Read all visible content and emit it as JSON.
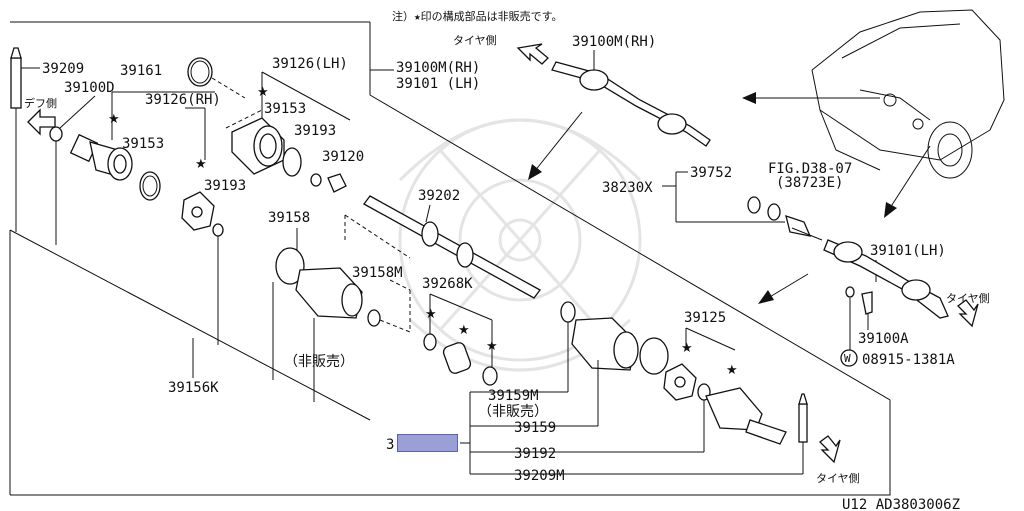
{
  "note": "注）★印の構成部品は非販売です。",
  "tire_side": "タイヤ側",
  "diff_side": "デフ側",
  "not_sold": "（非販売）",
  "fig_ref": "FIG.D38-07",
  "fig_ref_part": "(38723E)",
  "footer_code": "U12  AD3803006Z",
  "highlight_prefix": "3",
  "star": "★",
  "parts": {
    "p39209": "39209",
    "p39100D": "39100D",
    "p39161": "39161",
    "p39126LH": "39126(LH)",
    "p39126RH": "39126(RH)",
    "p39100MRH": "39100M(RH)",
    "p39101LH": "39101  (LH)",
    "p39153a": "39153",
    "p39153b": "39153",
    "p39193a": "39193",
    "p39193b": "39193",
    "p39120": "39120",
    "p39202": "39202",
    "p39158": "39158",
    "p39158M": "39158M",
    "p39268K": "39268K",
    "p39156K": "39156K",
    "p39159M": "39159M",
    "p39159": "39159",
    "p39192": "39192",
    "p39209M": "39209M",
    "p39125": "39125",
    "p39100Mtop": "39100M(RH)",
    "p38230X": "38230X",
    "p39752": "39752",
    "p39101LHb": "39101(LH)",
    "p39100A": "39100A",
    "w_mark": "W",
    "p08915": "08915-1381A"
  }
}
